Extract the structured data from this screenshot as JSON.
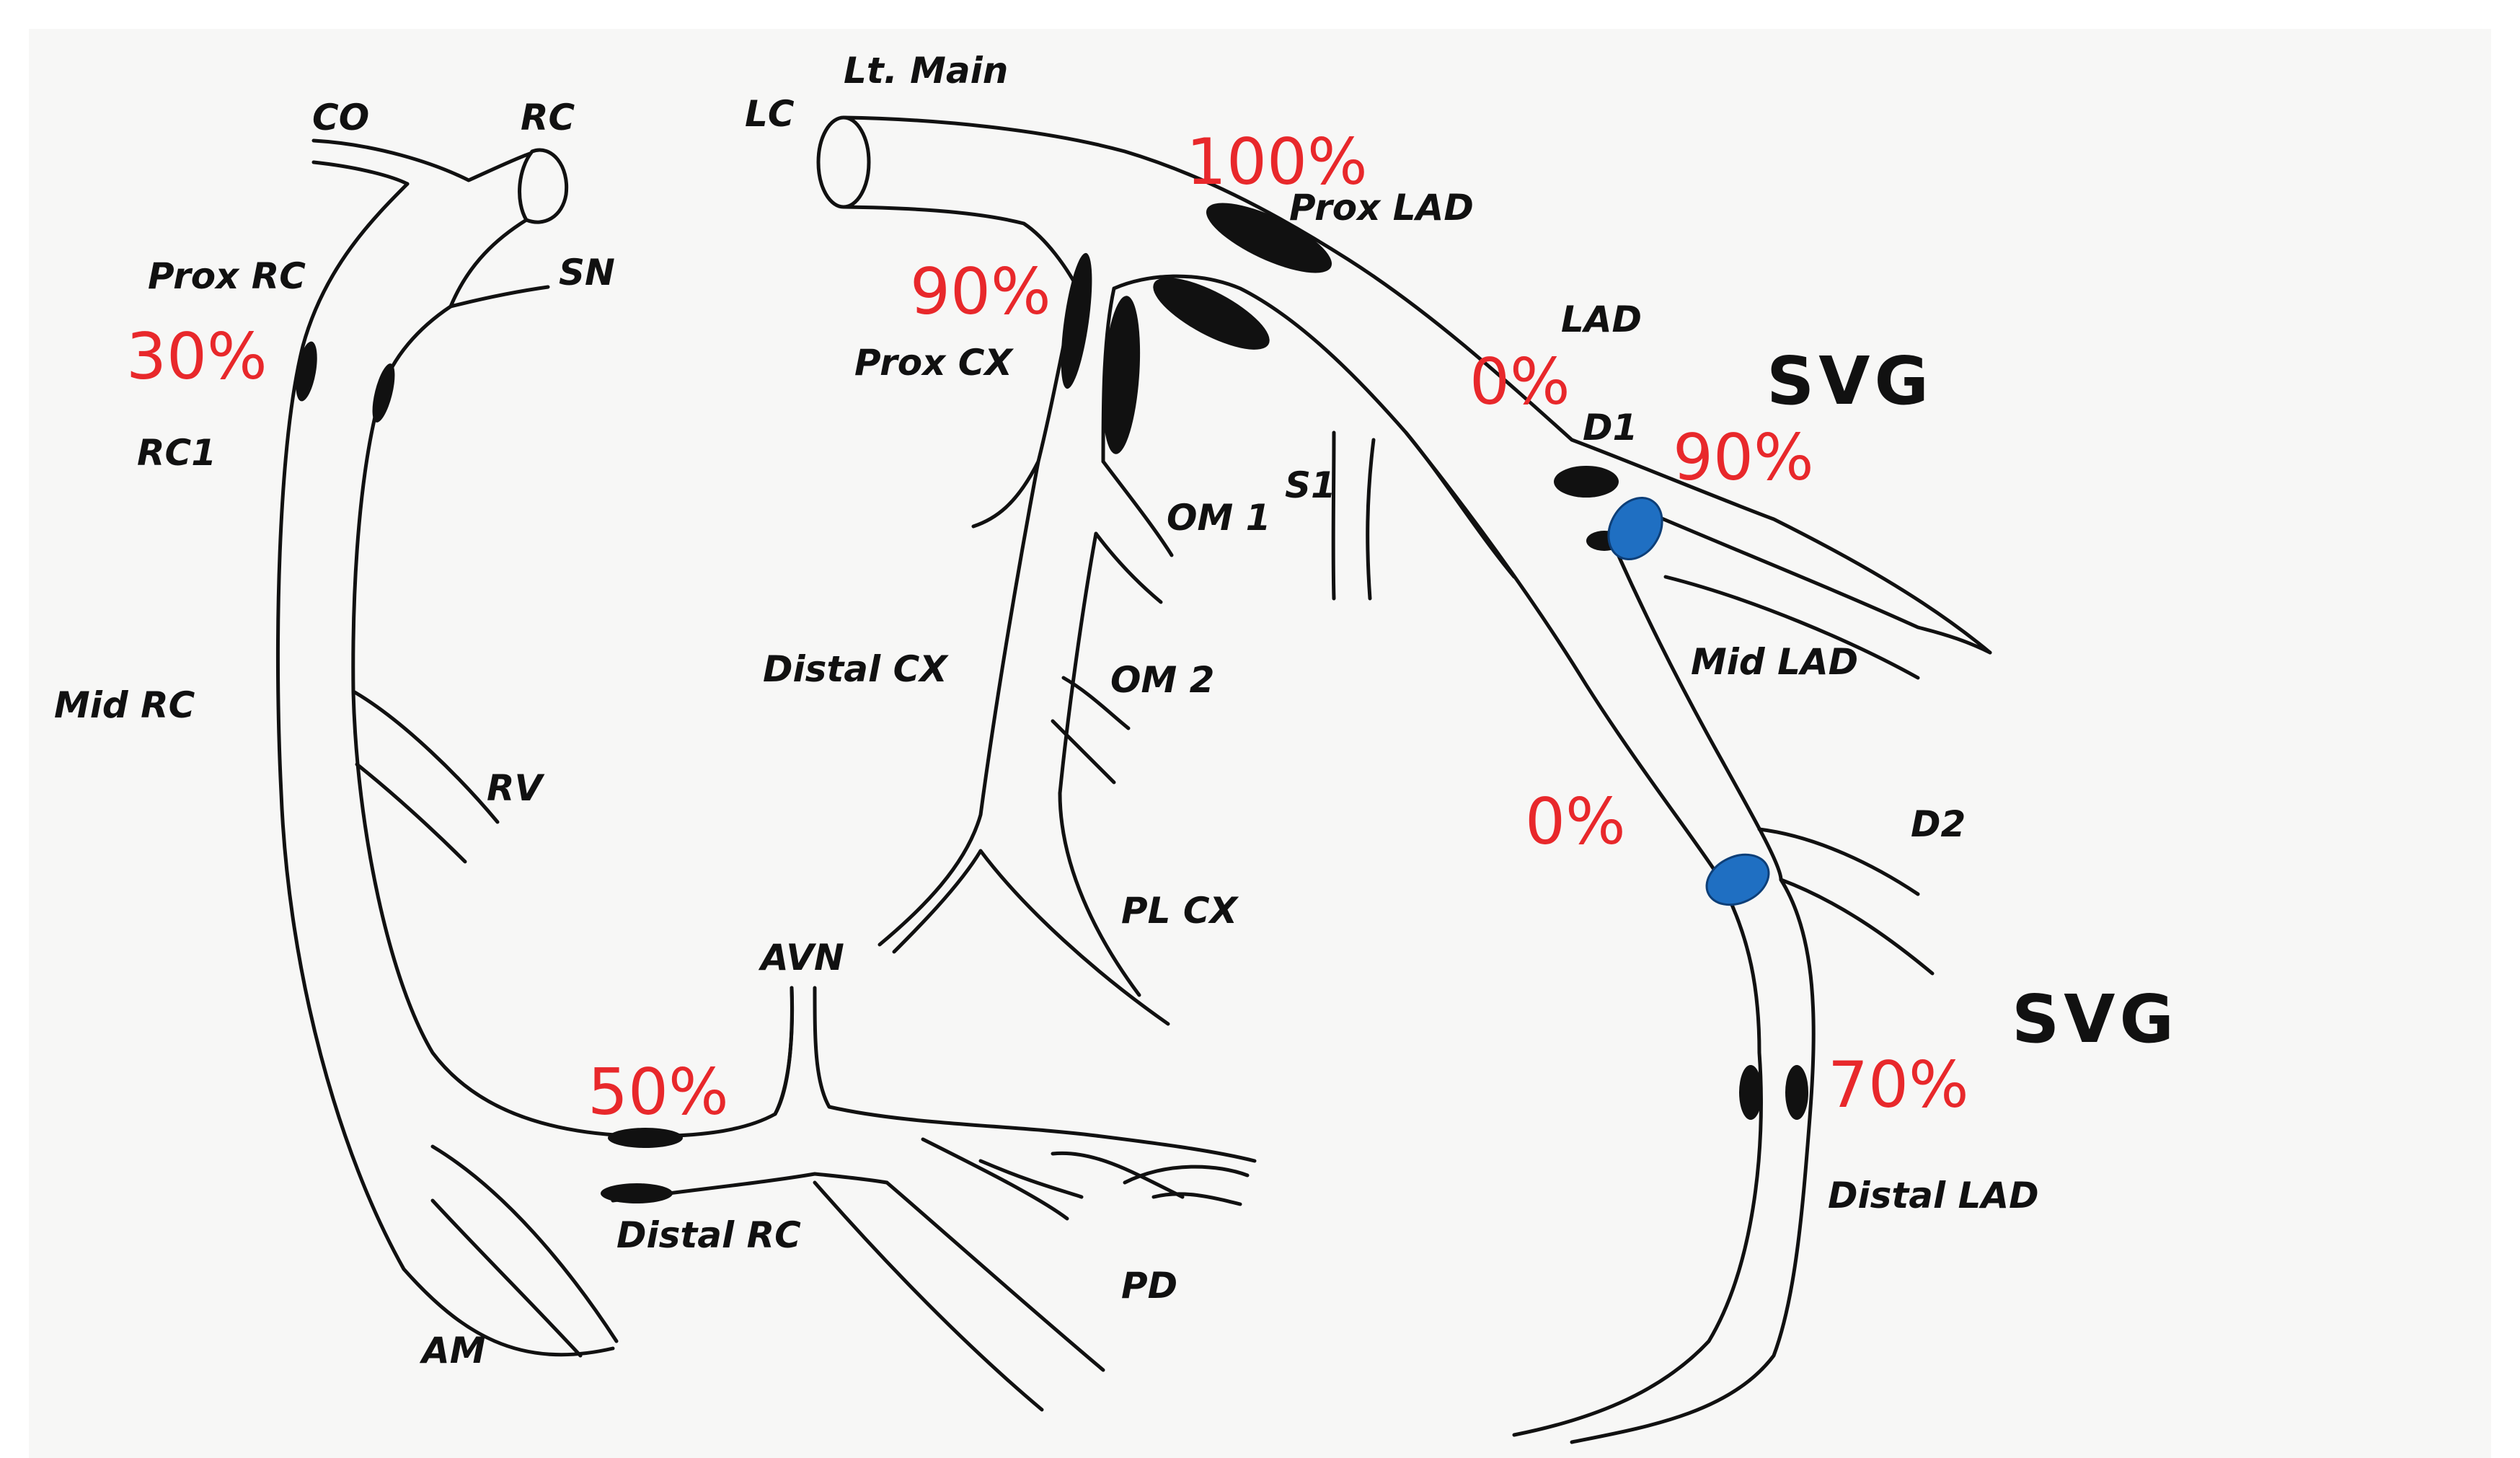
{
  "colors": {
    "ink": "#111111",
    "stenosis_text": "#e8282b",
    "graft_marker": "#1f6fc2",
    "paper": "#f7f7f6"
  },
  "vessel_labels": {
    "co": "CO",
    "rc": "RC",
    "sn": "SN",
    "prox_rc": "Prox RC",
    "rc1": "RC1",
    "mid_rc": "Mid RC",
    "rv": "RV",
    "am": "AM",
    "distal_rc": "Distal RC",
    "lt_main": "Lt. Main",
    "lc": "LC",
    "prox_lad": "Prox LAD",
    "prox_cx": "Prox CX",
    "s1": "S1",
    "om1": "OM 1",
    "distal_cx": "Distal CX",
    "om2": "OM 2",
    "pl_cx": "PL CX",
    "avn": "AVN",
    "pd": "PD",
    "lad": "LAD",
    "d1": "D1",
    "mid_lad": "Mid LAD",
    "d2": "D2",
    "distal_lad": "Distal LAD"
  },
  "stenosis": {
    "prox_rc": "30%",
    "distal_rc": "50%",
    "prox_cx": "90%",
    "prox_lad": "100%",
    "lad": "0%",
    "d1": "90%",
    "mid_lad": "0%",
    "distal_lad": "70%"
  },
  "graft_labels": {
    "d1_graft": "SVG",
    "distal_lad_graft": "SVG"
  }
}
